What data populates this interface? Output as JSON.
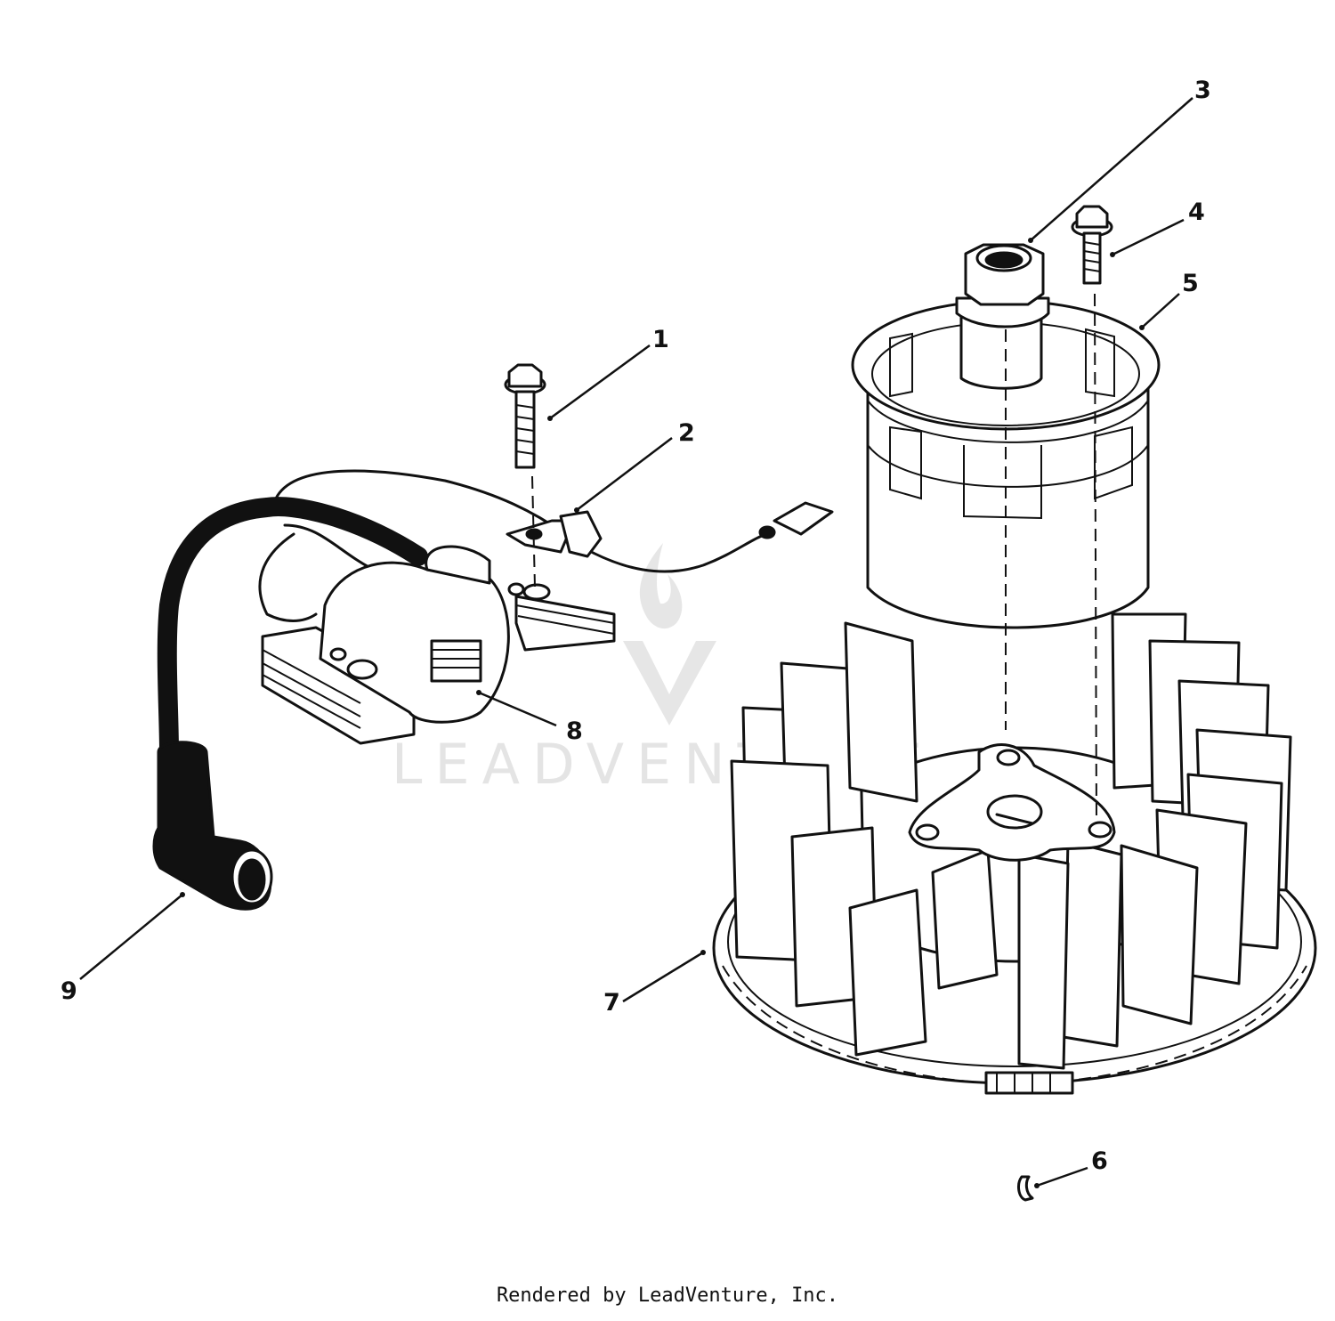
{
  "diagram": {
    "callouts": [
      {
        "id": "1",
        "label": "1"
      },
      {
        "id": "2",
        "label": "2"
      },
      {
        "id": "3",
        "label": "3"
      },
      {
        "id": "4",
        "label": "4"
      },
      {
        "id": "5",
        "label": "5"
      },
      {
        "id": "6",
        "label": "6"
      },
      {
        "id": "7",
        "label": "7"
      },
      {
        "id": "8",
        "label": "8"
      },
      {
        "id": "9",
        "label": "9"
      }
    ],
    "watermark": "LEADVENTURE"
  },
  "footer": {
    "text": "Rendered by LeadVenture, Inc."
  }
}
